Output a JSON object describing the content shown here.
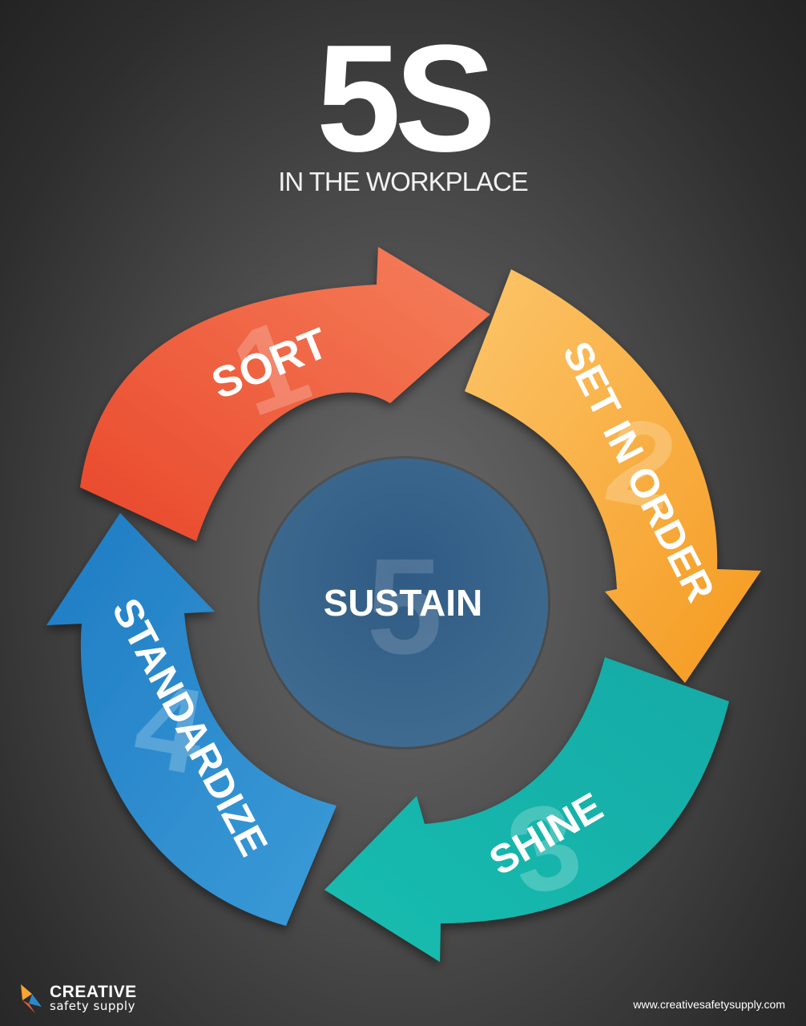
{
  "header": {
    "title": "5S",
    "subtitle": "IN THE WORKPLACE"
  },
  "steps": [
    {
      "number": "1",
      "label": "SORT",
      "color": "#ef5a33"
    },
    {
      "number": "2",
      "label": "SET IN ORDER",
      "color": "#f7a531"
    },
    {
      "number": "3",
      "label": "SHINE",
      "color": "#13b3ab"
    },
    {
      "number": "4",
      "label": "STANDARDIZE",
      "color": "#2b88c9"
    }
  ],
  "center": {
    "number": "5",
    "label": "SUSTAIN",
    "color": "#2f5b82"
  },
  "footer": {
    "brand_name": "CREATIVE",
    "brand_sub": "safety supply",
    "website": "www.creativesafetysupply.com"
  }
}
